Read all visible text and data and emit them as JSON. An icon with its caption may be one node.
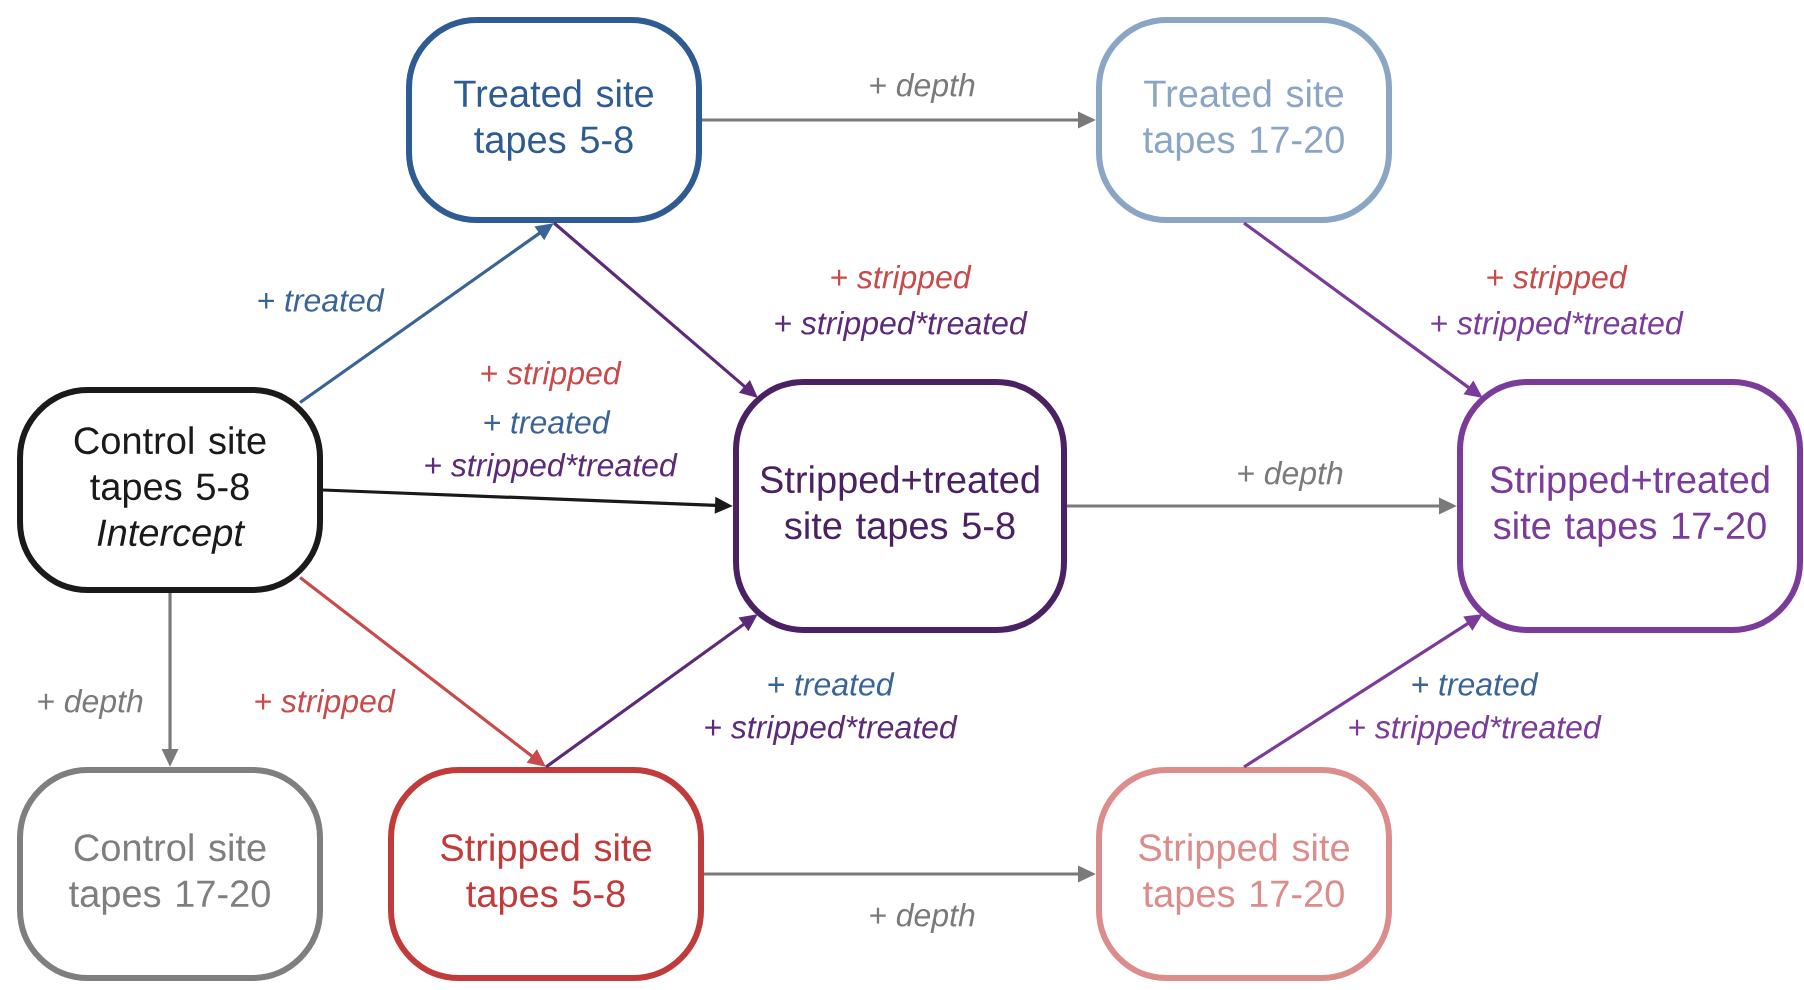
{
  "diagram": {
    "nodes": [
      {
        "text": [
          "Control site tapes 5-8",
          "Intercept"
        ]
      },
      {
        "text": [
          "Treated site tapes 5-8"
        ]
      },
      {
        "text": [
          "Treated site tapes 17-20"
        ]
      },
      {
        "text": [
          "Stripped+treated site tapes 5-8"
        ]
      },
      {
        "text": [
          "Stripped+treated site tapes 17-20"
        ]
      },
      {
        "text": [
          "Control site tapes 17-20"
        ]
      },
      {
        "text": [
          "Stripped site tapes 5-8"
        ]
      },
      {
        "text": [
          "Stripped site tapes 17-20"
        ]
      }
    ],
    "edges": [
      {
        "from": 0,
        "to": 1,
        "arrow": "to",
        "label": "+ treated",
        "color": "#3a6496"
      },
      {
        "from": 0,
        "to": 3,
        "arrow": "to",
        "color": "#1a1a1a"
      },
      {
        "from": 0,
        "to": 5,
        "arrow": "to",
        "label": "+ depth",
        "color": "#7a7a7a"
      },
      {
        "from": 0,
        "to": 6,
        "arrow": "to",
        "label": "+ stripped",
        "color": "#c84a4a"
      },
      {
        "from": 1,
        "to": 2,
        "arrow": "to",
        "label": "+ depth",
        "color": "#7a7a7a"
      },
      {
        "from": 1,
        "to": 3,
        "arrow": "to",
        "color": "#5c2a78"
      },
      {
        "from": 2,
        "to": 4,
        "arrow": "to",
        "color": "#7b3b9b"
      },
      {
        "from": 3,
        "to": 4,
        "arrow": "to",
        "label": "+ depth",
        "color": "#7a7a7a"
      },
      {
        "from": 6,
        "to": 3,
        "arrow": "to",
        "color": "#5c2a78"
      },
      {
        "from": 6,
        "to": 7,
        "arrow": "to",
        "label": "+ depth",
        "color": "#7a7a7a"
      },
      {
        "from": 7,
        "to": 4,
        "arrow": "to",
        "color": "#7b3b9b"
      }
    ],
    "labels": [
      "+ stripped",
      "+ stripped",
      "+ stripped*treated",
      "+ stripped*treated",
      "+ stripped",
      "+ treated",
      "+ stripped*treated",
      "+ treated",
      "+ treated",
      "+ stripped*treated",
      "+ stripped*treated"
    ]
  }
}
